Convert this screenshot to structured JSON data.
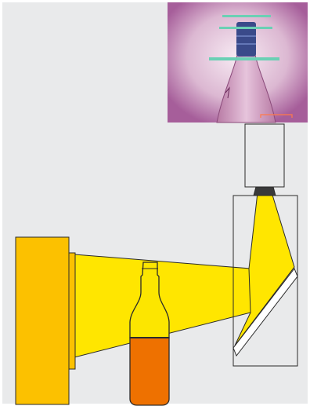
{
  "diagram": {
    "colors": {
      "background": "#e9eaeb",
      "light_source": "#fcc100",
      "light_source_edge": "#b07900",
      "light_beam": "#ffe600",
      "bottle_glass": "#fce600",
      "bottle_liquid": "#ee7100",
      "outline": "#2a2a2a",
      "camera_body": "#e9eaeb",
      "lens": "#3a3a3a",
      "mirror_housing": "#e9eaeb",
      "mirror": "#ffffff",
      "inset_background": "#c9a6c9",
      "inset_bottle_glass": "#d4a5c4",
      "inset_bottle_cap": "#3a4a8a",
      "inset_measure_lines": "#6ad0b4",
      "inset_scale_marker": "#ff7a4a"
    },
    "components": {
      "light_source": "light-source-panel",
      "diffuser": "diffuser-plate",
      "bottle": "glass-bottle",
      "camera": "camera-box",
      "mirror": "deflection-mirror",
      "inset": "camera-image-inset"
    }
  }
}
